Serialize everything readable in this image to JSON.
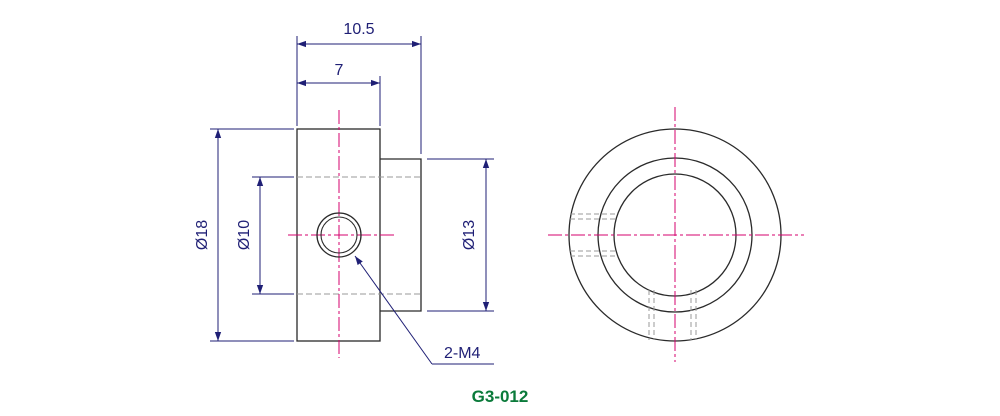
{
  "part_number": "G3-012",
  "dimensions": {
    "overall_length": "10.5",
    "body_length": "7",
    "outer_diameter": "Ø18",
    "bore_diameter": "Ø10",
    "hub_diameter": "Ø13",
    "thread_callout": "2-M4"
  },
  "colors": {
    "outline": "#2a2a2a",
    "dimension": "#1f1f75",
    "center_line": "#d4006e",
    "hidden_line": "#9a9a9a",
    "caption": "#0a7a3a"
  }
}
